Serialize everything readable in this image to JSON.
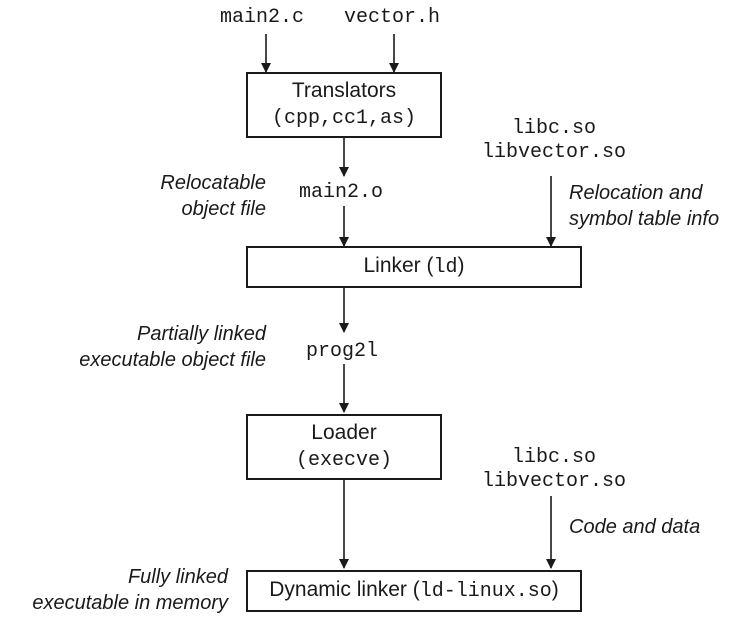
{
  "inputs": {
    "main_c": "main2.c",
    "vector_h": "vector.h"
  },
  "translators": {
    "title": "Translators",
    "subtitle": "(cpp,cc1,as)"
  },
  "libs_top": {
    "libc": "libc.so",
    "libvector": "libvector.so"
  },
  "relocatable": {
    "label_line1": "Relocatable",
    "label_line2": "object file",
    "file": "main2.o"
  },
  "reloc_info": {
    "line1": "Relocation and",
    "line2": "symbol table info"
  },
  "linker": {
    "prefix": "Linker (",
    "cmd": "ld",
    "suffix": ")"
  },
  "partial": {
    "label_line1": "Partially linked",
    "label_line2": "executable object file",
    "file": "prog2l"
  },
  "loader": {
    "title": "Loader",
    "subtitle": "(execve)"
  },
  "libs_bottom": {
    "libc": "libc.so",
    "libvector": "libvector.so"
  },
  "code_data": "Code and data",
  "full": {
    "label_line1": "Fully linked",
    "label_line2": "executable in memory"
  },
  "dynlinker": {
    "prefix": "Dynamic linker (",
    "cmd": "ld-linux.so",
    "suffix": ")"
  }
}
